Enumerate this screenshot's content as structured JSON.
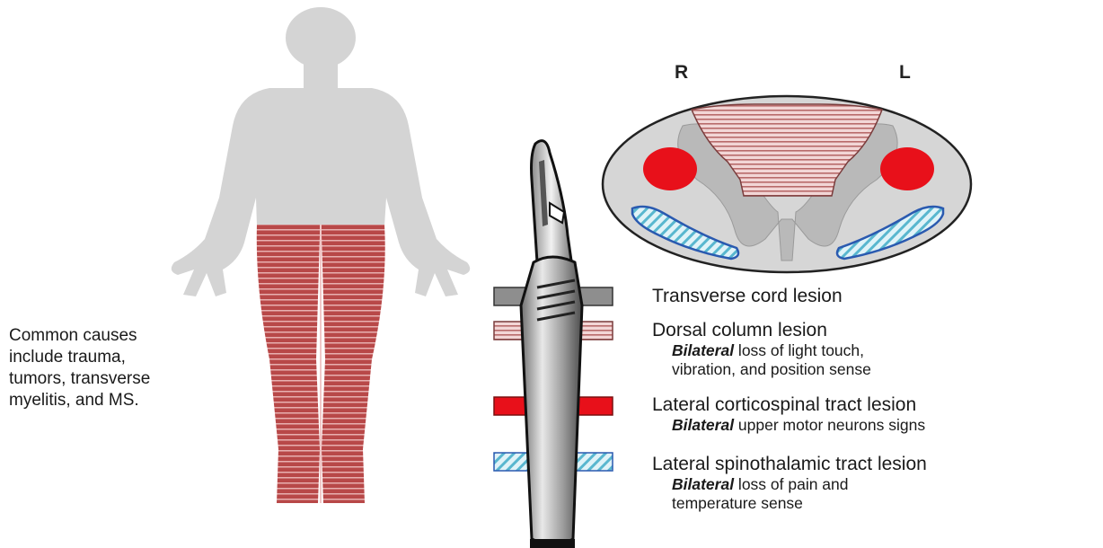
{
  "causes": {
    "lines": [
      "Common causes",
      "include trauma,",
      "tumors, transverse",
      "myelitis, and MS."
    ]
  },
  "cross_section": {
    "right_label": "R",
    "left_label": "L"
  },
  "legend": [
    {
      "title": "Transverse cord lesion",
      "emphasis": "",
      "rest": "",
      "rest2": "",
      "swatch": "gray"
    },
    {
      "title": "Dorsal column lesion",
      "emphasis": "Bilateral",
      "rest": " loss of light touch,",
      "rest2": "vibration, and position sense",
      "swatch": "pink-striped"
    },
    {
      "title": "Lateral corticospinal tract lesion",
      "emphasis": "Bilateral",
      "rest": " upper motor neurons signs",
      "rest2": "",
      "swatch": "red"
    },
    {
      "title": "Lateral spinothalamic tract lesion",
      "emphasis": "Bilateral",
      "rest": " loss of pain and",
      "rest2": "temperature sense",
      "swatch": "blue-hatched"
    }
  ],
  "colors": {
    "body_gray": "#d4d4d4",
    "lesion_red": "#b84848",
    "tract_red": "#e8101a",
    "dorsal_pink": "#d9a4a4",
    "spinothalamic_blue": "#8fc9dd"
  },
  "icons": [
    "human-figure",
    "spinal-cord-cross-section",
    "scalpel-icon"
  ]
}
